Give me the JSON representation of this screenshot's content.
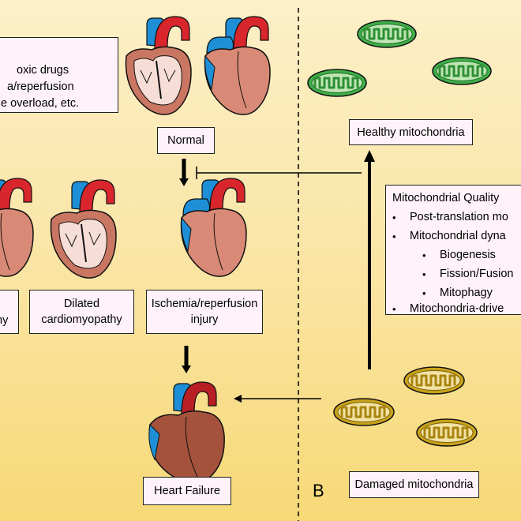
{
  "causes": [
    "oxic drugs",
    "a/reperfusion",
    "e overload, etc."
  ],
  "labels": {
    "normal": "Normal",
    "left_cut": "hy",
    "dilated": "Dilated\ncardiomyopathy",
    "ischemia": "Ischemia/reperfusion\ninjury",
    "heart_failure": "Heart Failure",
    "healthy": "Healthy mitochondria",
    "damaged": "Damaged mitochondria",
    "panel_b": "B"
  },
  "quality": {
    "title": "Mitochondrial Quality",
    "items": [
      {
        "text": "Post-translation mo",
        "level": 1
      },
      {
        "text": "Mitochondrial dyna",
        "level": 1
      },
      {
        "text": "Biogenesis",
        "level": 2
      },
      {
        "text": "Fission/Fusion",
        "level": 2
      },
      {
        "text": "Mitophagy",
        "level": 2
      },
      {
        "text": "Mitochondria-drive",
        "level": 1
      }
    ]
  },
  "colors": {
    "bg_top": "#fdf0c8",
    "bg_bottom": "#f7d977",
    "box_fill": "#fff2fa",
    "healthy_mito": "#3fae49",
    "damaged_mito": "#c9a21a",
    "aorta_red": "#d8262c",
    "vessel_blue": "#1e8fd6",
    "heart_tissue": "#d98a76",
    "failing_heart": "#a4523c",
    "lightning": "#f6c51d"
  }
}
